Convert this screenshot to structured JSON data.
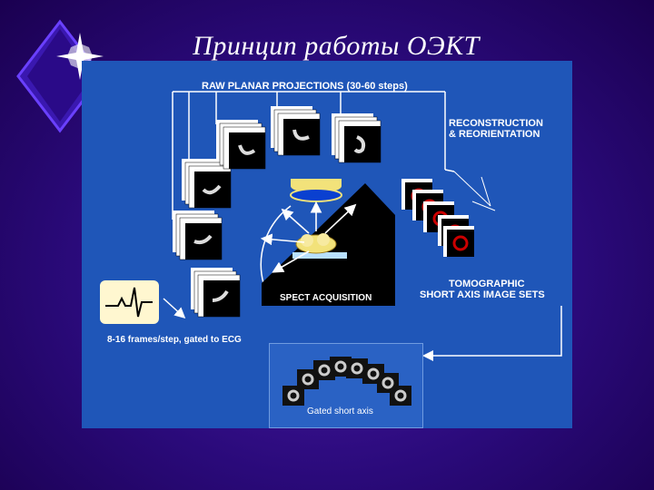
{
  "slide": {
    "title": "Принцип работы ОЭКТ"
  },
  "diagram": {
    "raw_planar_label": "RAW PLANAR PROJECTIONS (30-60 steps)",
    "reconstruction_label_1": "RECONSTRUCTION",
    "reconstruction_label_2": "& REORIENTATION",
    "spect_label": "SPECT ACQUISITION",
    "tomographic_label_1": "TOMOGRAPHIC",
    "tomographic_label_2": "SHORT AXIS IMAGE SETS",
    "ecg_label": "8-16 frames/step, gated to ECG",
    "gated_label": "Gated short axis"
  },
  "colors": {
    "slide_background": "#2a0a7a",
    "panel_background": "#1f56b8",
    "arrow": "#ffffff",
    "ring": "#cc0000",
    "heart": "#f2e27a"
  },
  "icons": [
    "star-logo-icon",
    "ecg-trace-icon",
    "gamma-camera-icon",
    "patient-heart-icon"
  ]
}
